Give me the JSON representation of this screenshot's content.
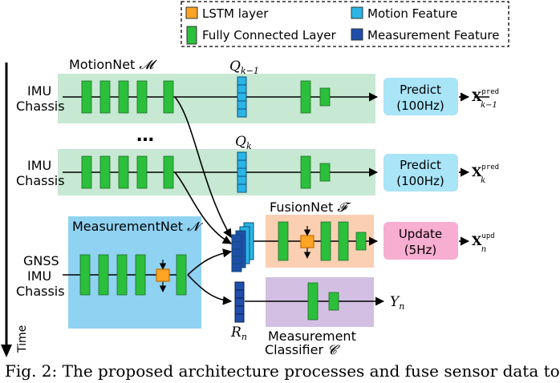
{
  "legend": {
    "lstm": "LSTM layer",
    "fc": "Fully Connected Layer",
    "motion": "Motion Feature",
    "measurement": "Measurement Feature"
  },
  "labels": {
    "motionnet": "MotionNet",
    "motionnet_sym": "𝓜",
    "measurementnet": "MeasurementNet",
    "measurementnet_sym": "𝓝",
    "fusionnet": "FusionNet",
    "fusionnet_sym": "𝓕",
    "classifier_1": "Measurement",
    "classifier_2": "Classifier",
    "classifier_sym": "𝓒",
    "time": "Time",
    "ellipsis": "…"
  },
  "inputs": {
    "imu": "IMU",
    "chassis": "Chassis",
    "gnss": "GNSS"
  },
  "math": {
    "q_prev": "Q",
    "q_prev_sub": "k−1",
    "q_k": "Q",
    "q_k_sub": "k",
    "r_n": "R",
    "r_n_sub": "n",
    "y_n": "Y",
    "y_n_sub": "n",
    "x": "X",
    "pred": "pred",
    "upd": "upd",
    "sub_prev": "k−1",
    "sub_k": "k",
    "sub_n": "n"
  },
  "blocks": {
    "predict": "Predict",
    "predict_rate": "(100Hz)",
    "update": "Update",
    "update_rate": "(5Hz)"
  },
  "caption": "Fig. 2: The proposed architecture processes and fuse sensor data to",
  "colors": {
    "fc_green": "#2bbf3c",
    "lstm_orange": "#ffa424",
    "motion_cyan": "#2bb5e6",
    "measure_blue": "#1f4fa8",
    "motion_bg": "#c7e8d2",
    "measure_bg": "#8fd2f2",
    "fusion_bg": "#fbcfb2",
    "classifier_bg": "#d3bfe2",
    "predict_bg": "#a9e4f7",
    "update_bg": "#f7aed0"
  }
}
